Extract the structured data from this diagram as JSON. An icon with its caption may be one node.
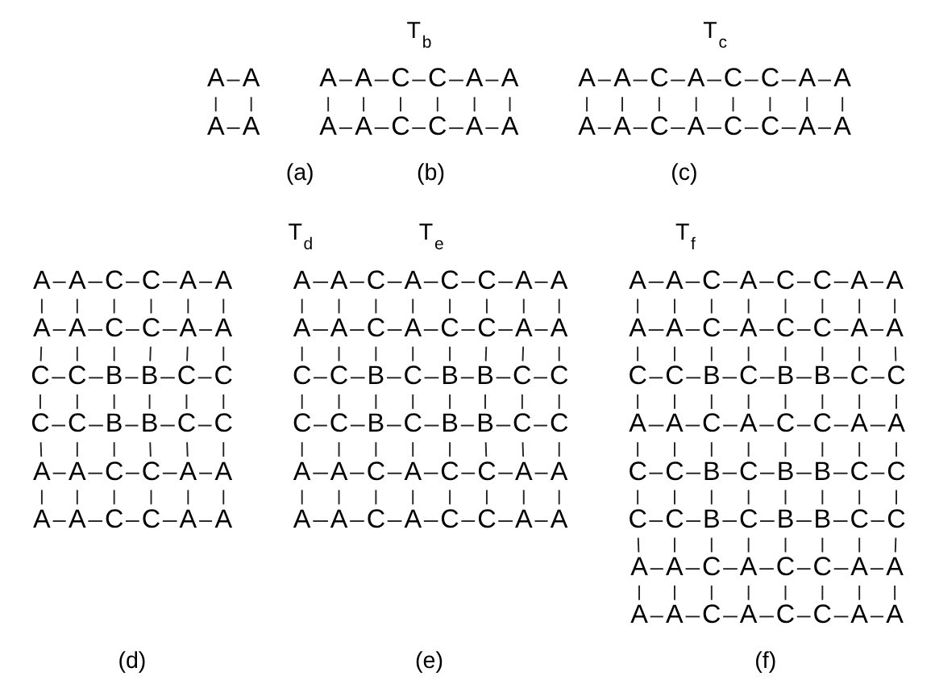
{
  "diagram": {
    "nodes": [
      {
        "text": [
          "A"
        ]
      },
      {
        "text": [
          "A"
        ]
      },
      {
        "text": [
          "A"
        ]
      },
      {
        "text": [
          "A"
        ]
      },
      {
        "text": [
          "A"
        ]
      },
      {
        "text": [
          "A"
        ]
      },
      {
        "text": [
          "C"
        ]
      },
      {
        "text": [
          "C"
        ]
      },
      {
        "text": [
          "A"
        ]
      },
      {
        "text": [
          "A"
        ]
      },
      {
        "text": [
          "A"
        ]
      },
      {
        "text": [
          "A"
        ]
      },
      {
        "text": [
          "C"
        ]
      },
      {
        "text": [
          "C"
        ]
      },
      {
        "text": [
          "A"
        ]
      },
      {
        "text": [
          "A"
        ]
      },
      {
        "text": [
          "A"
        ]
      },
      {
        "text": [
          "A"
        ]
      },
      {
        "text": [
          "C"
        ]
      },
      {
        "text": [
          "A"
        ]
      },
      {
        "text": [
          "C"
        ]
      },
      {
        "text": [
          "C"
        ]
      },
      {
        "text": [
          "A"
        ]
      },
      {
        "text": [
          "A"
        ]
      },
      {
        "text": [
          "A"
        ]
      },
      {
        "text": [
          "A"
        ]
      },
      {
        "text": [
          "C"
        ]
      },
      {
        "text": [
          "A"
        ]
      },
      {
        "text": [
          "C"
        ]
      },
      {
        "text": [
          "C"
        ]
      },
      {
        "text": [
          "A"
        ]
      },
      {
        "text": [
          "A"
        ]
      },
      {
        "text": [
          "A"
        ]
      },
      {
        "text": [
          "A"
        ]
      },
      {
        "text": [
          "C"
        ]
      },
      {
        "text": [
          "C"
        ]
      },
      {
        "text": [
          "A"
        ]
      },
      {
        "text": [
          "A"
        ]
      },
      {
        "text": [
          "A"
        ]
      },
      {
        "text": [
          "A"
        ]
      },
      {
        "text": [
          "C"
        ]
      },
      {
        "text": [
          "C"
        ]
      },
      {
        "text": [
          "A"
        ]
      },
      {
        "text": [
          "A"
        ]
      },
      {
        "text": [
          "C"
        ]
      },
      {
        "text": [
          "C"
        ]
      },
      {
        "text": [
          "B"
        ]
      },
      {
        "text": [
          "B"
        ]
      },
      {
        "text": [
          "C"
        ]
      },
      {
        "text": [
          "C"
        ]
      },
      {
        "text": [
          "C"
        ]
      },
      {
        "text": [
          "C"
        ]
      },
      {
        "text": [
          "B"
        ]
      },
      {
        "text": [
          "B"
        ]
      },
      {
        "text": [
          "C"
        ]
      },
      {
        "text": [
          "C"
        ]
      },
      {
        "text": [
          "A"
        ]
      },
      {
        "text": [
          "A"
        ]
      },
      {
        "text": [
          "C"
        ]
      },
      {
        "text": [
          "C"
        ]
      },
      {
        "text": [
          "A"
        ]
      },
      {
        "text": [
          "A"
        ]
      },
      {
        "text": [
          "A"
        ]
      },
      {
        "text": [
          "A"
        ]
      },
      {
        "text": [
          "C"
        ]
      },
      {
        "text": [
          "C"
        ]
      },
      {
        "text": [
          "A"
        ]
      },
      {
        "text": [
          "A"
        ]
      },
      {
        "text": [
          "A"
        ]
      },
      {
        "text": [
          "A"
        ]
      },
      {
        "text": [
          "C"
        ]
      },
      {
        "text": [
          "A"
        ]
      },
      {
        "text": [
          "C"
        ]
      },
      {
        "text": [
          "C"
        ]
      },
      {
        "text": [
          "A"
        ]
      },
      {
        "text": [
          "A"
        ]
      },
      {
        "text": [
          "A"
        ]
      },
      {
        "text": [
          "A"
        ]
      },
      {
        "text": [
          "C"
        ]
      },
      {
        "text": [
          "A"
        ]
      },
      {
        "text": [
          "C"
        ]
      },
      {
        "text": [
          "C"
        ]
      },
      {
        "text": [
          "A"
        ]
      },
      {
        "text": [
          "A"
        ]
      },
      {
        "text": [
          "C"
        ]
      },
      {
        "text": [
          "C"
        ]
      },
      {
        "text": [
          "B"
        ]
      },
      {
        "text": [
          "C"
        ]
      },
      {
        "text": [
          "B"
        ]
      },
      {
        "text": [
          "B"
        ]
      },
      {
        "text": [
          "C"
        ]
      },
      {
        "text": [
          "C"
        ]
      },
      {
        "text": [
          "C"
        ]
      },
      {
        "text": [
          "C"
        ]
      },
      {
        "text": [
          "B"
        ]
      },
      {
        "text": [
          "C"
        ]
      },
      {
        "text": [
          "B"
        ]
      },
      {
        "text": [
          "B"
        ]
      },
      {
        "text": [
          "C"
        ]
      },
      {
        "text": [
          "C"
        ]
      },
      {
        "text": [
          "A"
        ]
      },
      {
        "text": [
          "A"
        ]
      },
      {
        "text": [
          "C"
        ]
      },
      {
        "text": [
          "A"
        ]
      },
      {
        "text": [
          "C"
        ]
      },
      {
        "text": [
          "C"
        ]
      },
      {
        "text": [
          "A"
        ]
      },
      {
        "text": [
          "A"
        ]
      },
      {
        "text": [
          "A"
        ]
      },
      {
        "text": [
          "A"
        ]
      },
      {
        "text": [
          "C"
        ]
      },
      {
        "text": [
          "A"
        ]
      },
      {
        "text": [
          "C"
        ]
      },
      {
        "text": [
          "C"
        ]
      },
      {
        "text": [
          "A"
        ]
      },
      {
        "text": [
          "A"
        ]
      },
      {
        "text": [
          "A"
        ]
      },
      {
        "text": [
          "A"
        ]
      },
      {
        "text": [
          "C"
        ]
      },
      {
        "text": [
          "A"
        ]
      },
      {
        "text": [
          "C"
        ]
      },
      {
        "text": [
          "C"
        ]
      },
      {
        "text": [
          "A"
        ]
      },
      {
        "text": [
          "A"
        ]
      },
      {
        "text": [
          "A"
        ]
      },
      {
        "text": [
          "A"
        ]
      },
      {
        "text": [
          "C"
        ]
      },
      {
        "text": [
          "A"
        ]
      },
      {
        "text": [
          "C"
        ]
      },
      {
        "text": [
          "C"
        ]
      },
      {
        "text": [
          "A"
        ]
      },
      {
        "text": [
          "A"
        ]
      },
      {
        "text": [
          "C"
        ]
      },
      {
        "text": [
          "C"
        ]
      },
      {
        "text": [
          "B"
        ]
      },
      {
        "text": [
          "C"
        ]
      },
      {
        "text": [
          "B"
        ]
      },
      {
        "text": [
          "B"
        ]
      },
      {
        "text": [
          "C"
        ]
      },
      {
        "text": [
          "C"
        ]
      },
      {
        "text": [
          "A"
        ]
      },
      {
        "text": [
          "A"
        ]
      },
      {
        "text": [
          "C"
        ]
      },
      {
        "text": [
          "A"
        ]
      },
      {
        "text": [
          "C"
        ]
      },
      {
        "text": [
          "C"
        ]
      },
      {
        "text": [
          "A"
        ]
      },
      {
        "text": [
          "A"
        ]
      },
      {
        "text": [
          "C"
        ]
      },
      {
        "text": [
          "C"
        ]
      },
      {
        "text": [
          "B"
        ]
      },
      {
        "text": [
          "C"
        ]
      },
      {
        "text": [
          "B"
        ]
      },
      {
        "text": [
          "B"
        ]
      },
      {
        "text": [
          "C"
        ]
      },
      {
        "text": [
          "C"
        ]
      },
      {
        "text": [
          "C"
        ]
      },
      {
        "text": [
          "C"
        ]
      },
      {
        "text": [
          "B"
        ]
      },
      {
        "text": [
          "C"
        ]
      },
      {
        "text": [
          "B"
        ]
      },
      {
        "text": [
          "B"
        ]
      },
      {
        "text": [
          "C"
        ]
      },
      {
        "text": [
          "C"
        ]
      },
      {
        "text": [
          "A"
        ]
      },
      {
        "text": [
          "A"
        ]
      },
      {
        "text": [
          "C"
        ]
      },
      {
        "text": [
          "A"
        ]
      },
      {
        "text": [
          "C"
        ]
      },
      {
        "text": [
          "C"
        ]
      },
      {
        "text": [
          "A"
        ]
      },
      {
        "text": [
          "A"
        ]
      },
      {
        "text": [
          "A"
        ]
      },
      {
        "text": [
          "A"
        ]
      },
      {
        "text": [
          "C"
        ]
      },
      {
        "text": [
          "A"
        ]
      },
      {
        "text": [
          "C"
        ]
      },
      {
        "text": [
          "C"
        ]
      },
      {
        "text": [
          "A"
        ]
      },
      {
        "text": [
          "A"
        ]
      }
    ],
    "edges": [
      {
        "from": 0,
        "to": 1,
        "arrow": "none"
      },
      {
        "from": 0,
        "to": 2,
        "arrow": "none"
      },
      {
        "from": 1,
        "to": 3,
        "arrow": "none"
      },
      {
        "from": 2,
        "to": 3,
        "arrow": "none"
      },
      {
        "from": 4,
        "to": 5,
        "arrow": "none"
      },
      {
        "from": 5,
        "to": 6,
        "arrow": "none"
      },
      {
        "from": 6,
        "to": 7,
        "arrow": "none"
      },
      {
        "from": 7,
        "to": 8,
        "arrow": "none"
      },
      {
        "from": 8,
        "to": 9,
        "arrow": "none"
      },
      {
        "from": 4,
        "to": 10,
        "arrow": "none"
      },
      {
        "from": 5,
        "to": 11,
        "arrow": "none"
      },
      {
        "from": 6,
        "to": 12,
        "arrow": "none"
      },
      {
        "from": 7,
        "to": 13,
        "arrow": "none"
      },
      {
        "from": 8,
        "to": 14,
        "arrow": "none"
      },
      {
        "from": 9,
        "to": 15,
        "arrow": "none"
      },
      {
        "from": 10,
        "to": 11,
        "arrow": "none"
      },
      {
        "from": 11,
        "to": 12,
        "arrow": "none"
      },
      {
        "from": 12,
        "to": 13,
        "arrow": "none"
      },
      {
        "from": 13,
        "to": 14,
        "arrow": "none"
      },
      {
        "from": 14,
        "to": 15,
        "arrow": "none"
      },
      {
        "from": 16,
        "to": 17,
        "arrow": "none"
      },
      {
        "from": 17,
        "to": 18,
        "arrow": "none"
      },
      {
        "from": 18,
        "to": 19,
        "arrow": "none"
      },
      {
        "from": 19,
        "to": 20,
        "arrow": "none"
      },
      {
        "from": 20,
        "to": 21,
        "arrow": "none"
      },
      {
        "from": 21,
        "to": 22,
        "arrow": "none"
      },
      {
        "from": 22,
        "to": 23,
        "arrow": "none"
      },
      {
        "from": 16,
        "to": 24,
        "arrow": "none"
      },
      {
        "from": 17,
        "to": 25,
        "arrow": "none"
      },
      {
        "from": 18,
        "to": 26,
        "arrow": "none"
      },
      {
        "from": 19,
        "to": 27,
        "arrow": "none"
      },
      {
        "from": 20,
        "to": 28,
        "arrow": "none"
      },
      {
        "from": 21,
        "to": 29,
        "arrow": "none"
      },
      {
        "from": 22,
        "to": 30,
        "arrow": "none"
      },
      {
        "from": 23,
        "to": 31,
        "arrow": "none"
      },
      {
        "from": 24,
        "to": 25,
        "arrow": "none"
      },
      {
        "from": 25,
        "to": 26,
        "arrow": "none"
      },
      {
        "from": 26,
        "to": 27,
        "arrow": "none"
      },
      {
        "from": 27,
        "to": 28,
        "arrow": "none"
      },
      {
        "from": 28,
        "to": 29,
        "arrow": "none"
      },
      {
        "from": 29,
        "to": 30,
        "arrow": "none"
      },
      {
        "from": 30,
        "to": 31,
        "arrow": "none"
      },
      {
        "from": 32,
        "to": 33,
        "arrow": "none"
      },
      {
        "from": 33,
        "to": 34,
        "arrow": "none"
      },
      {
        "from": 34,
        "to": 35,
        "arrow": "none"
      },
      {
        "from": 35,
        "to": 36,
        "arrow": "none"
      },
      {
        "from": 36,
        "to": 37,
        "arrow": "none"
      },
      {
        "from": 32,
        "to": 38,
        "arrow": "none"
      },
      {
        "from": 33,
        "to": 39,
        "arrow": "none"
      },
      {
        "from": 34,
        "to": 40,
        "arrow": "none"
      },
      {
        "from": 35,
        "to": 41,
        "arrow": "none"
      },
      {
        "from": 36,
        "to": 42,
        "arrow": "none"
      },
      {
        "from": 37,
        "to": 43,
        "arrow": "none"
      },
      {
        "from": 38,
        "to": 39,
        "arrow": "none"
      },
      {
        "from": 39,
        "to": 40,
        "arrow": "none"
      },
      {
        "from": 40,
        "to": 41,
        "arrow": "none"
      },
      {
        "from": 41,
        "to": 42,
        "arrow": "none"
      },
      {
        "from": 42,
        "to": 43,
        "arrow": "none"
      },
      {
        "from": 38,
        "to": 44,
        "arrow": "none"
      },
      {
        "from": 39,
        "to": 45,
        "arrow": "none"
      },
      {
        "from": 40,
        "to": 46,
        "arrow": "none"
      },
      {
        "from": 41,
        "to": 47,
        "arrow": "none"
      },
      {
        "from": 42,
        "to": 48,
        "arrow": "none"
      },
      {
        "from": 43,
        "to": 49,
        "arrow": "none"
      },
      {
        "from": 44,
        "to": 45,
        "arrow": "none"
      },
      {
        "from": 45,
        "to": 46,
        "arrow": "none"
      },
      {
        "from": 46,
        "to": 47,
        "arrow": "none"
      },
      {
        "from": 47,
        "to": 48,
        "arrow": "none"
      },
      {
        "from": 48,
        "to": 49,
        "arrow": "none"
      },
      {
        "from": 44,
        "to": 50,
        "arrow": "none"
      },
      {
        "from": 45,
        "to": 51,
        "arrow": "none"
      },
      {
        "from": 46,
        "to": 52,
        "arrow": "none"
      },
      {
        "from": 47,
        "to": 53,
        "arrow": "none"
      },
      {
        "from": 48,
        "to": 54,
        "arrow": "none"
      },
      {
        "from": 49,
        "to": 55,
        "arrow": "none"
      },
      {
        "from": 50,
        "to": 51,
        "arrow": "none"
      },
      {
        "from": 51,
        "to": 52,
        "arrow": "none"
      },
      {
        "from": 52,
        "to": 53,
        "arrow": "none"
      },
      {
        "from": 53,
        "to": 54,
        "arrow": "none"
      },
      {
        "from": 54,
        "to": 55,
        "arrow": "none"
      },
      {
        "from": 50,
        "to": 56,
        "arrow": "none"
      },
      {
        "from": 51,
        "to": 57,
        "arrow": "none"
      },
      {
        "from": 52,
        "to": 58,
        "arrow": "none"
      },
      {
        "from": 53,
        "to": 59,
        "arrow": "none"
      },
      {
        "from": 54,
        "to": 60,
        "arrow": "none"
      },
      {
        "from": 55,
        "to": 61,
        "arrow": "none"
      },
      {
        "from": 56,
        "to": 57,
        "arrow": "none"
      },
      {
        "from": 57,
        "to": 58,
        "arrow": "none"
      },
      {
        "from": 58,
        "to": 59,
        "arrow": "none"
      },
      {
        "from": 59,
        "to": 60,
        "arrow": "none"
      },
      {
        "from": 60,
        "to": 61,
        "arrow": "none"
      },
      {
        "from": 56,
        "to": 62,
        "arrow": "none"
      },
      {
        "from": 57,
        "to": 63,
        "arrow": "none"
      },
      {
        "from": 58,
        "to": 64,
        "arrow": "none"
      },
      {
        "from": 59,
        "to": 65,
        "arrow": "none"
      },
      {
        "from": 60,
        "to": 66,
        "arrow": "none"
      },
      {
        "from": 61,
        "to": 67,
        "arrow": "none"
      },
      {
        "from": 62,
        "to": 63,
        "arrow": "none"
      },
      {
        "from": 63,
        "to": 64,
        "arrow": "none"
      },
      {
        "from": 64,
        "to": 65,
        "arrow": "none"
      },
      {
        "from": 65,
        "to": 66,
        "arrow": "none"
      },
      {
        "from": 66,
        "to": 67,
        "arrow": "none"
      },
      {
        "from": 68,
        "to": 69,
        "arrow": "none"
      },
      {
        "from": 69,
        "to": 70,
        "arrow": "none"
      },
      {
        "from": 70,
        "to": 71,
        "arrow": "none"
      },
      {
        "from": 71,
        "to": 72,
        "arrow": "none"
      },
      {
        "from": 72,
        "to": 73,
        "arrow": "none"
      },
      {
        "from": 73,
        "to": 74,
        "arrow": "none"
      },
      {
        "from": 74,
        "to": 75,
        "arrow": "none"
      },
      {
        "from": 68,
        "to": 76,
        "arrow": "none"
      },
      {
        "from": 69,
        "to": 77,
        "arrow": "none"
      },
      {
        "from": 70,
        "to": 78,
        "arrow": "none"
      },
      {
        "from": 71,
        "to": 79,
        "arrow": "none"
      },
      {
        "from": 72,
        "to": 80,
        "arrow": "none"
      },
      {
        "from": 73,
        "to": 81,
        "arrow": "none"
      },
      {
        "from": 74,
        "to": 82,
        "arrow": "none"
      },
      {
        "from": 75,
        "to": 83,
        "arrow": "none"
      },
      {
        "from": 76,
        "to": 77,
        "arrow": "none"
      },
      {
        "from": 77,
        "to": 78,
        "arrow": "none"
      },
      {
        "from": 78,
        "to": 79,
        "arrow": "none"
      },
      {
        "from": 79,
        "to": 80,
        "arrow": "none"
      },
      {
        "from": 80,
        "to": 81,
        "arrow": "none"
      },
      {
        "from": 81,
        "to": 82,
        "arrow": "none"
      },
      {
        "from": 82,
        "to": 83,
        "arrow": "none"
      },
      {
        "from": 76,
        "to": 84,
        "arrow": "none"
      },
      {
        "from": 77,
        "to": 85,
        "arrow": "none"
      },
      {
        "from": 78,
        "to": 86,
        "arrow": "none"
      },
      {
        "from": 79,
        "to": 87,
        "arrow": "none"
      },
      {
        "from": 80,
        "to": 88,
        "arrow": "none"
      },
      {
        "from": 81,
        "to": 89,
        "arrow": "none"
      },
      {
        "from": 82,
        "to": 90,
        "arrow": "none"
      },
      {
        "from": 83,
        "to": 91,
        "arrow": "none"
      },
      {
        "from": 84,
        "to": 85,
        "arrow": "none"
      },
      {
        "from": 85,
        "to": 86,
        "arrow": "none"
      },
      {
        "from": 86,
        "to": 87,
        "arrow": "none"
      },
      {
        "from": 87,
        "to": 88,
        "arrow": "none"
      },
      {
        "from": 88,
        "to": 89,
        "arrow": "none"
      },
      {
        "from": 89,
        "to": 90,
        "arrow": "none"
      },
      {
        "from": 90,
        "to": 91,
        "arrow": "none"
      },
      {
        "from": 84,
        "to": 92,
        "arrow": "none"
      },
      {
        "from": 85,
        "to": 93,
        "arrow": "none"
      },
      {
        "from": 86,
        "to": 94,
        "arrow": "none"
      },
      {
        "from": 87,
        "to": 95,
        "arrow": "none"
      },
      {
        "from": 88,
        "to": 96,
        "arrow": "none"
      },
      {
        "from": 89,
        "to": 97,
        "arrow": "none"
      },
      {
        "from": 90,
        "to": 98,
        "arrow": "none"
      },
      {
        "from": 91,
        "to": 99,
        "arrow": "none"
      },
      {
        "from": 92,
        "to": 93,
        "arrow": "none"
      },
      {
        "from": 93,
        "to": 94,
        "arrow": "none"
      },
      {
        "from": 94,
        "to": 95,
        "arrow": "none"
      },
      {
        "from": 95,
        "to": 96,
        "arrow": "none"
      },
      {
        "from": 96,
        "to": 97,
        "arrow": "none"
      },
      {
        "from": 97,
        "to": 98,
        "arrow": "none"
      },
      {
        "from": 98,
        "to": 99,
        "arrow": "none"
      },
      {
        "from": 92,
        "to": 100,
        "arrow": "none"
      },
      {
        "from": 93,
        "to": 101,
        "arrow": "none"
      },
      {
        "from": 94,
        "to": 102,
        "arrow": "none"
      },
      {
        "from": 95,
        "to": 103,
        "arrow": "none"
      },
      {
        "from": 96,
        "to": 104,
        "arrow": "none"
      },
      {
        "from": 97,
        "to": 105,
        "arrow": "none"
      },
      {
        "from": 98,
        "to": 106,
        "arrow": "none"
      },
      {
        "from": 99,
        "to": 107,
        "arrow": "none"
      },
      {
        "from": 100,
        "to": 101,
        "arrow": "none"
      },
      {
        "from": 101,
        "to": 102,
        "arrow": "none"
      },
      {
        "from": 102,
        "to": 103,
        "arrow": "none"
      },
      {
        "from": 103,
        "to": 104,
        "arrow": "none"
      },
      {
        "from": 104,
        "to": 105,
        "arrow": "none"
      },
      {
        "from": 105,
        "to": 106,
        "arrow": "none"
      },
      {
        "from": 106,
        "to": 107,
        "arrow": "none"
      },
      {
        "from": 100,
        "to": 108,
        "arrow": "none"
      },
      {
        "from": 101,
        "to": 109,
        "arrow": "none"
      },
      {
        "from": 102,
        "to": 110,
        "arrow": "none"
      },
      {
        "from": 103,
        "to": 111,
        "arrow": "none"
      },
      {
        "from": 104,
        "to": 112,
        "arrow": "none"
      },
      {
        "from": 105,
        "to": 113,
        "arrow": "none"
      },
      {
        "from": 106,
        "to": 114,
        "arrow": "none"
      },
      {
        "from": 107,
        "to": 115,
        "arrow": "none"
      },
      {
        "from": 108,
        "to": 109,
        "arrow": "none"
      },
      {
        "from": 109,
        "to": 110,
        "arrow": "none"
      },
      {
        "from": 110,
        "to": 111,
        "arrow": "none"
      },
      {
        "from": 111,
        "to": 112,
        "arrow": "none"
      },
      {
        "from": 112,
        "to": 113,
        "arrow": "none"
      },
      {
        "from": 113,
        "to": 114,
        "arrow": "none"
      },
      {
        "from": 114,
        "to": 115,
        "arrow": "none"
      },
      {
        "from": 116,
        "to": 117,
        "arrow": "none"
      },
      {
        "from": 117,
        "to": 118,
        "arrow": "none"
      },
      {
        "from": 118,
        "to": 119,
        "arrow": "none"
      },
      {
        "from": 119,
        "to": 120,
        "arrow": "none"
      },
      {
        "from": 120,
        "to": 121,
        "arrow": "none"
      },
      {
        "from": 121,
        "to": 122,
        "arrow": "none"
      },
      {
        "from": 122,
        "to": 123,
        "arrow": "none"
      },
      {
        "from": 116,
        "to": 124,
        "arrow": "none"
      },
      {
        "from": 117,
        "to": 125,
        "arrow": "none"
      },
      {
        "from": 118,
        "to": 126,
        "arrow": "none"
      },
      {
        "from": 119,
        "to": 127,
        "arrow": "none"
      },
      {
        "from": 120,
        "to": 128,
        "arrow": "none"
      },
      {
        "from": 121,
        "to": 129,
        "arrow": "none"
      },
      {
        "from": 122,
        "to": 130,
        "arrow": "none"
      },
      {
        "from": 123,
        "to": 131,
        "arrow": "none"
      },
      {
        "from": 124,
        "to": 125,
        "arrow": "none"
      },
      {
        "from": 125,
        "to": 126,
        "arrow": "none"
      },
      {
        "from": 126,
        "to": 127,
        "arrow": "none"
      },
      {
        "from": 127,
        "to": 128,
        "arrow": "none"
      },
      {
        "from": 128,
        "to": 129,
        "arrow": "none"
      },
      {
        "from": 129,
        "to": 130,
        "arrow": "none"
      },
      {
        "from": 130,
        "to": 131,
        "arrow": "none"
      },
      {
        "from": 124,
        "to": 132,
        "arrow": "none"
      },
      {
        "from": 125,
        "to": 133,
        "arrow": "none"
      },
      {
        "from": 126,
        "to": 134,
        "arrow": "none"
      },
      {
        "from": 127,
        "to": 135,
        "arrow": "none"
      },
      {
        "from": 128,
        "to": 136,
        "arrow": "none"
      },
      {
        "from": 129,
        "to": 137,
        "arrow": "none"
      },
      {
        "from": 130,
        "to": 138,
        "arrow": "none"
      },
      {
        "from": 131,
        "to": 139,
        "arrow": "none"
      },
      {
        "from": 132,
        "to": 133,
        "arrow": "none"
      },
      {
        "from": 133,
        "to": 134,
        "arrow": "none"
      },
      {
        "from": 134,
        "to": 135,
        "arrow": "none"
      },
      {
        "from": 135,
        "to": 136,
        "arrow": "none"
      },
      {
        "from": 136,
        "to": 137,
        "arrow": "none"
      },
      {
        "from": 137,
        "to": 138,
        "arrow": "none"
      },
      {
        "from": 138,
        "to": 139,
        "arrow": "none"
      },
      {
        "from": 132,
        "to": 140,
        "arrow": "none"
      },
      {
        "from": 133,
        "to": 141,
        "arrow": "none"
      },
      {
        "from": 134,
        "to": 142,
        "arrow": "none"
      },
      {
        "from": 135,
        "to": 143,
        "arrow": "none"
      },
      {
        "from": 136,
        "to": 144,
        "arrow": "none"
      },
      {
        "from": 137,
        "to": 145,
        "arrow": "none"
      },
      {
        "from": 138,
        "to": 146,
        "arrow": "none"
      },
      {
        "from": 139,
        "to": 147,
        "arrow": "none"
      },
      {
        "from": 140,
        "to": 141,
        "arrow": "none"
      },
      {
        "from": 141,
        "to": 142,
        "arrow": "none"
      },
      {
        "from": 142,
        "to": 143,
        "arrow": "none"
      },
      {
        "from": 143,
        "to": 144,
        "arrow": "none"
      },
      {
        "from": 144,
        "to": 145,
        "arrow": "none"
      },
      {
        "from": 145,
        "to": 146,
        "arrow": "none"
      },
      {
        "from": 146,
        "to": 147,
        "arrow": "none"
      },
      {
        "from": 140,
        "to": 148,
        "arrow": "none"
      },
      {
        "from": 141,
        "to": 149,
        "arrow": "none"
      },
      {
        "from": 142,
        "to": 150,
        "arrow": "none"
      },
      {
        "from": 143,
        "to": 151,
        "arrow": "none"
      },
      {
        "from": 144,
        "to": 152,
        "arrow": "none"
      },
      {
        "from": 145,
        "to": 153,
        "arrow": "none"
      },
      {
        "from": 146,
        "to": 154,
        "arrow": "none"
      },
      {
        "from": 147,
        "to": 155,
        "arrow": "none"
      },
      {
        "from": 148,
        "to": 149,
        "arrow": "none"
      },
      {
        "from": 149,
        "to": 150,
        "arrow": "none"
      },
      {
        "from": 150,
        "to": 151,
        "arrow": "none"
      },
      {
        "from": 151,
        "to": 152,
        "arrow": "none"
      },
      {
        "from": 152,
        "to": 153,
        "arrow": "none"
      },
      {
        "from": 153,
        "to": 154,
        "arrow": "none"
      },
      {
        "from": 154,
        "to": 155,
        "arrow": "none"
      },
      {
        "from": 148,
        "to": 156,
        "arrow": "none"
      },
      {
        "from": 149,
        "to": 157,
        "arrow": "none"
      },
      {
        "from": 150,
        "to": 158,
        "arrow": "none"
      },
      {
        "from": 151,
        "to": 159,
        "arrow": "none"
      },
      {
        "from": 152,
        "to": 160,
        "arrow": "none"
      },
      {
        "from": 153,
        "to": 161,
        "arrow": "none"
      },
      {
        "from": 154,
        "to": 162,
        "arrow": "none"
      },
      {
        "from": 155,
        "to": 163,
        "arrow": "none"
      },
      {
        "from": 156,
        "to": 157,
        "arrow": "none"
      },
      {
        "from": 157,
        "to": 158,
        "arrow": "none"
      },
      {
        "from": 158,
        "to": 159,
        "arrow": "none"
      },
      {
        "from": 159,
        "to": 160,
        "arrow": "none"
      },
      {
        "from": 160,
        "to": 161,
        "arrow": "none"
      },
      {
        "from": 161,
        "to": 162,
        "arrow": "none"
      },
      {
        "from": 162,
        "to": 163,
        "arrow": "none"
      },
      {
        "from": 156,
        "to": 164,
        "arrow": "none"
      },
      {
        "from": 157,
        "to": 165,
        "arrow": "none"
      },
      {
        "from": 158,
        "to": 166,
        "arrow": "none"
      },
      {
        "from": 159,
        "to": 167,
        "arrow": "none"
      },
      {
        "from": 160,
        "to": 168,
        "arrow": "none"
      },
      {
        "from": 161,
        "to": 169,
        "arrow": "none"
      },
      {
        "from": 162,
        "to": 170,
        "arrow": "none"
      },
      {
        "from": 163,
        "to": 171,
        "arrow": "none"
      },
      {
        "from": 164,
        "to": 165,
        "arrow": "none"
      },
      {
        "from": 165,
        "to": 166,
        "arrow": "none"
      },
      {
        "from": 166,
        "to": 167,
        "arrow": "none"
      },
      {
        "from": 167,
        "to": 168,
        "arrow": "none"
      },
      {
        "from": 168,
        "to": 169,
        "arrow": "none"
      },
      {
        "from": 169,
        "to": 170,
        "arrow": "none"
      },
      {
        "from": 170,
        "to": 171,
        "arrow": "none"
      },
      {
        "from": 164,
        "to": 172,
        "arrow": "none"
      },
      {
        "from": 165,
        "to": 173,
        "arrow": "none"
      },
      {
        "from": 166,
        "to": 174,
        "arrow": "none"
      },
      {
        "from": 167,
        "to": 175,
        "arrow": "none"
      },
      {
        "from": 168,
        "to": 176,
        "arrow": "none"
      },
      {
        "from": 169,
        "to": 177,
        "arrow": "none"
      },
      {
        "from": 170,
        "to": 178,
        "arrow": "none"
      },
      {
        "from": 171,
        "to": 179,
        "arrow": "none"
      },
      {
        "from": 172,
        "to": 173,
        "arrow": "none"
      },
      {
        "from": 173,
        "to": 174,
        "arrow": "none"
      },
      {
        "from": 174,
        "to": 175,
        "arrow": "none"
      },
      {
        "from": 175,
        "to": 176,
        "arrow": "none"
      },
      {
        "from": 176,
        "to": 177,
        "arrow": "none"
      },
      {
        "from": 177,
        "to": 178,
        "arrow": "none"
      },
      {
        "from": 178,
        "to": 179,
        "arrow": "none"
      }
    ],
    "labels": [
      "T$_{b}$",
      "T$_{c}$",
      "(a)",
      "(b)",
      "(c)",
      "T$_{d}$",
      "T$_{e}$",
      "T$_{f}$",
      "(d)",
      "(e)",
      "(f)"
    ]
  }
}
